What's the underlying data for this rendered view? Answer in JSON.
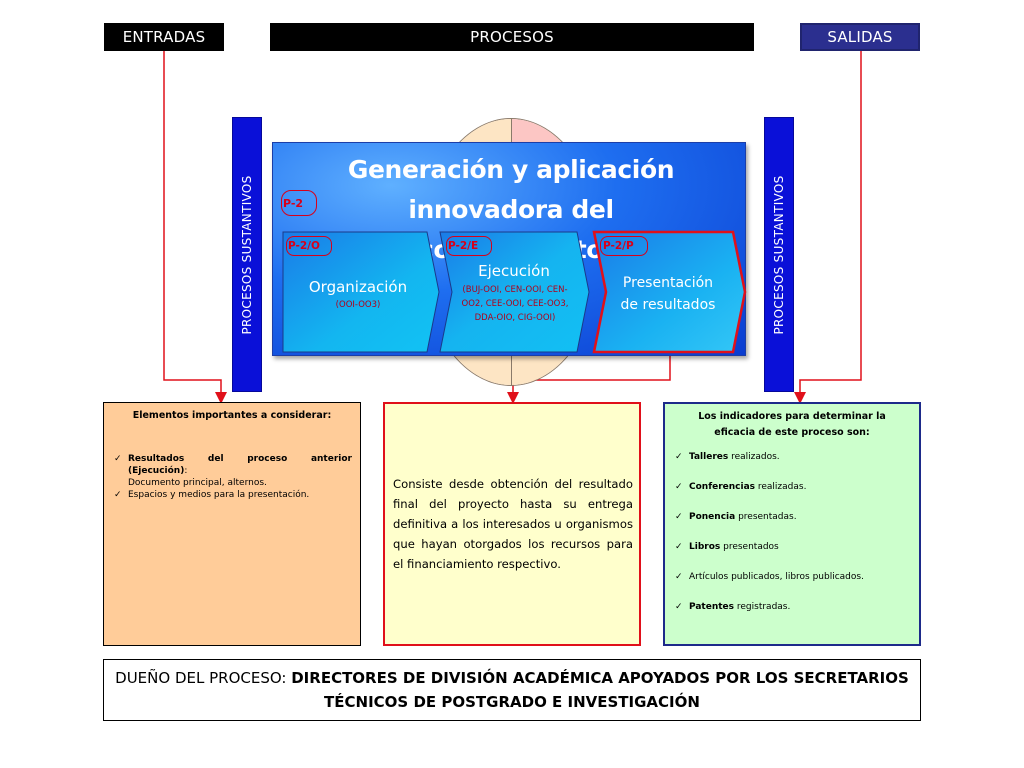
{
  "header": {
    "entradas": "ENTRADAS",
    "procesos": "PROCESOS",
    "salidas": "SALIDAS"
  },
  "side_labels": {
    "left": "PROCESOS SUSTANTIVOS",
    "right": "PROCESOS SUSTANTIVOS"
  },
  "process": {
    "title_line1": "Generación y aplicación innovadora del",
    "title_line2": "conocimiento",
    "code": "P-2",
    "stages": [
      {
        "code": "P-2/O",
        "title": "Organización",
        "sub_open": "(",
        "sub_codes": "OOI-OO3",
        "sub_close": ")"
      },
      {
        "code": "P-2/E",
        "title": "Ejecución",
        "sub_open": "(",
        "sub_codes": "BUJ-OOI, CEN-OOI, CEN-OO2, CEE-OOI, CEE-OO3, DDA-OIO, CIG-OOI",
        "sub_close": ")"
      },
      {
        "code": "P-2/P",
        "title_line1": "Presentación",
        "title_line2": "de resultados"
      }
    ]
  },
  "inputs_box": {
    "title": "Elementos importantes a considerar:",
    "item1_bold": "Resultados del proceso anterior (Ejecución)",
    "item1_rest": ":",
    "item1_sub": "Documento principal, alternos.",
    "item2": "Espacios y medios para la presentación."
  },
  "description": "Consiste desde obtención del resultado final del proyecto hasta su entrega definitiva a los interesados u organismos que hayan otorgados los recursos para el financiamiento respectivo.",
  "outputs_box": {
    "title": "Los indicadores para determinar la eficacia de este proceso son:",
    "items": [
      {
        "bold": "Talleres",
        "rest": " realizados."
      },
      {
        "bold": "Conferencias",
        "rest": " realizadas."
      },
      {
        "bold": "Ponencia",
        "rest": " presentadas."
      },
      {
        "bold": "Libros",
        "rest": " presentados"
      },
      {
        "bold": "",
        "rest": "Artículos publicados, libros publicados."
      },
      {
        "bold": "Patentes",
        "rest": " registradas."
      }
    ]
  },
  "owner": {
    "label": "DUEÑO DEL PROCESO: ",
    "value": "DIRECTORES DE DIVISIÓN ACADÉMICA APOYADOS POR LOS SECRETARIOS TÉCNICOS DE POSTGRADO E INVESTIGACIÓN"
  },
  "colors": {
    "wire": "#e0101a",
    "side_bar": "#0a10d8",
    "inputs_fill": "#ffcc99",
    "middle_fill": "#ffffcc",
    "outputs_fill": "#ccffcc"
  }
}
